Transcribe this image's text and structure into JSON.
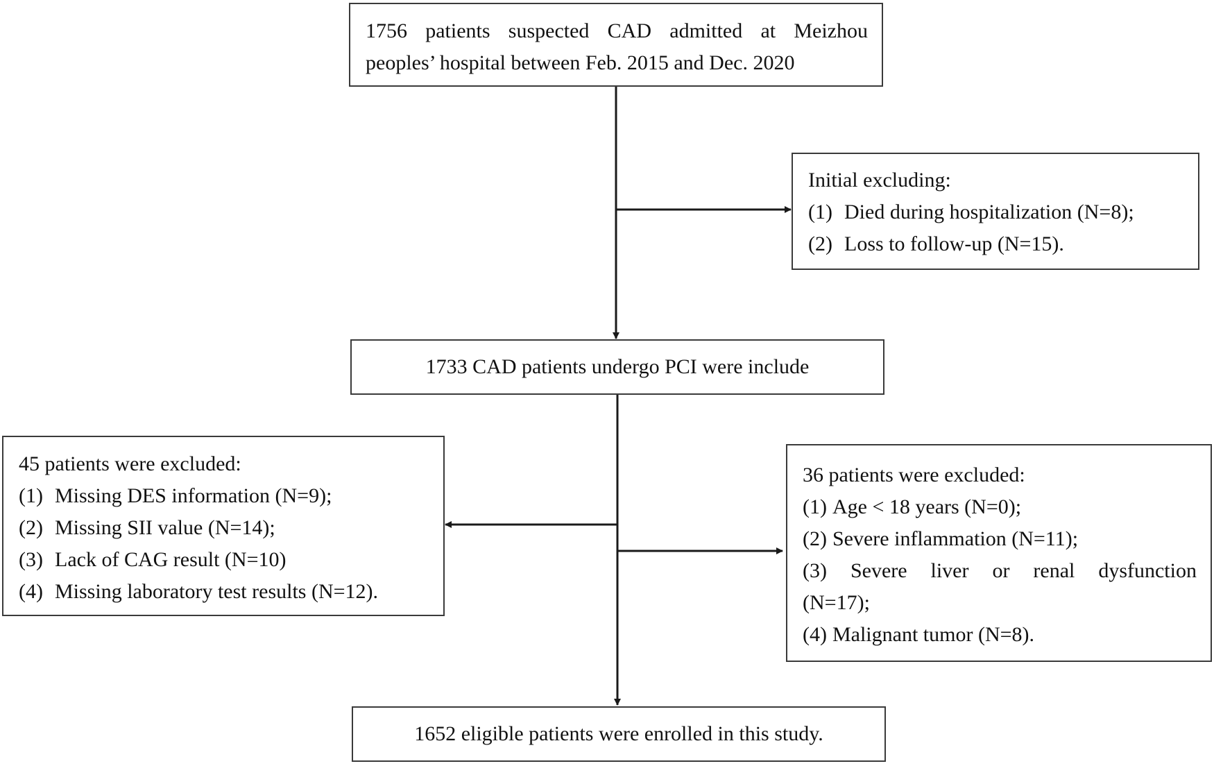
{
  "boxes": {
    "top": {
      "line1": "1756 patients suspected CAD admitted at Meizhou",
      "line2": "peoples’ hospital between Feb. 2015 and Dec. 2020"
    },
    "initial_exclusion": {
      "title": "Initial excluding:",
      "items": [
        {
          "num": "(1)",
          "text": "Died during hospitalization (N=8);"
        },
        {
          "num": "(2)",
          "text": "Loss to follow-up (N=15)."
        }
      ]
    },
    "included": {
      "text": "1733 CAD patients undergo PCI were include"
    },
    "left_exclusion": {
      "title": "45 patients were excluded:",
      "items": [
        {
          "num": "(1)",
          "text": "Missing DES information (N=9);"
        },
        {
          "num": "(2)",
          "text": "Missing SII value (N=14);"
        },
        {
          "num": "(3)",
          "text": "Lack of CAG result (N=10)"
        },
        {
          "num": "(4)",
          "text": "Missing laboratory test results (N=12)."
        }
      ]
    },
    "right_exclusion": {
      "title": "36 patients were excluded:",
      "item1": {
        "num": "(1)",
        "text": "Age < 18 years (N=0);"
      },
      "item2": {
        "num": "(2)",
        "text": "Severe inflammation (N=11);"
      },
      "item3_num": "(3)",
      "item3_words": [
        "Severe",
        "liver",
        "or",
        "renal",
        "dysfunction"
      ],
      "item3_cont": "(N=17);",
      "item4": {
        "num": "(4)",
        "text": "Malignant tumor (N=8)."
      }
    },
    "final": {
      "text": "1652 eligible patients were enrolled in this study."
    }
  },
  "colors": {
    "border": "#3a3a3a",
    "line": "#1a1a1a",
    "text": "#111111"
  }
}
